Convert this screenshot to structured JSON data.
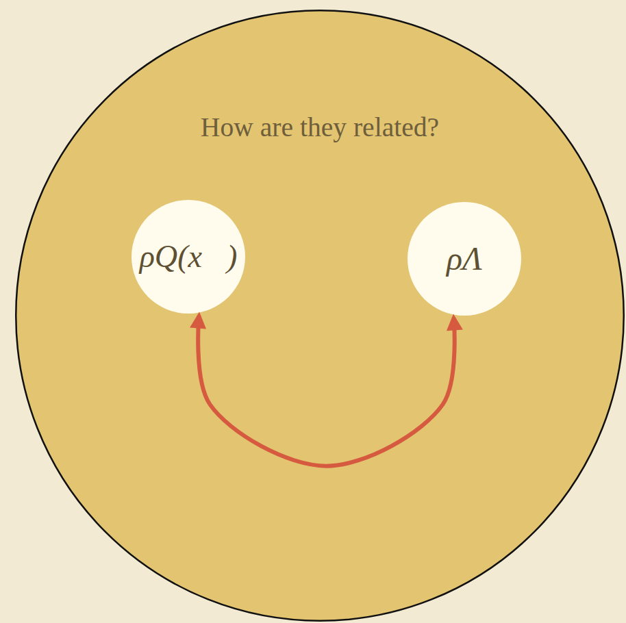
{
  "diagram": {
    "nodes": [
      {
        "text": [
          "How are they related?"
        ]
      },
      {
        "text": [
          "ρQ(x⃗)"
        ],
        "in": 0
      },
      {
        "text": [
          "ρΛ"
        ],
        "in": 0
      }
    ],
    "edges": [
      {
        "from": 1,
        "to": 2,
        "arrow": "both"
      }
    ]
  }
}
